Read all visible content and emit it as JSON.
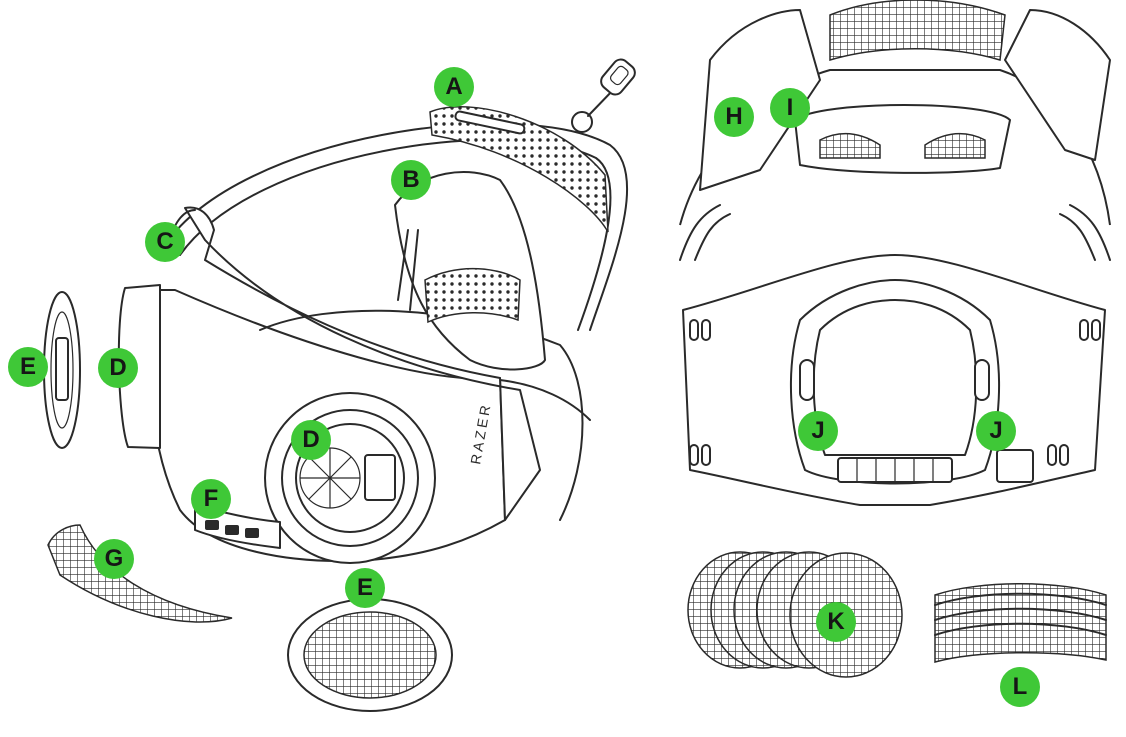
{
  "brand_text": "RAZER",
  "colors": {
    "callout_fill": "#3fc837",
    "line": "#2a2a2a",
    "background": "#ffffff"
  },
  "callouts": [
    {
      "id": "A",
      "label": "A"
    },
    {
      "id": "B",
      "label": "B"
    },
    {
      "id": "C",
      "label": "C"
    },
    {
      "id": "D1",
      "label": "D"
    },
    {
      "id": "D2",
      "label": "D"
    },
    {
      "id": "E1",
      "label": "E"
    },
    {
      "id": "E2",
      "label": "E"
    },
    {
      "id": "F",
      "label": "F"
    },
    {
      "id": "G",
      "label": "G"
    },
    {
      "id": "H",
      "label": "H"
    },
    {
      "id": "I",
      "label": "I"
    },
    {
      "id": "J1",
      "label": "J"
    },
    {
      "id": "J2",
      "label": "J"
    },
    {
      "id": "K",
      "label": "K"
    },
    {
      "id": "L",
      "label": "L"
    }
  ]
}
